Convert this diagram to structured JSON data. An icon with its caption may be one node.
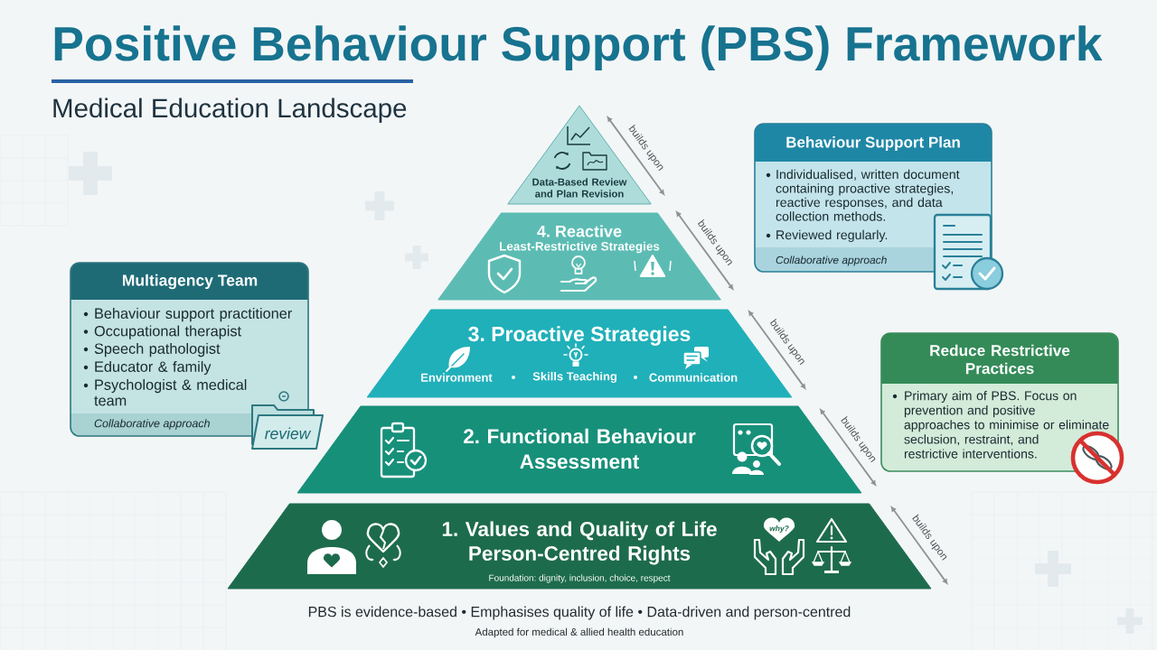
{
  "diagram": {
    "title": "Positive Behaviour Support (PBS) Framework",
    "nodes": [
      {
        "text": [
          "Data-Based Review and Plan Revision"
        ],
        "beside": [
          "builds upon"
        ]
      },
      {
        "text": [
          "Behaviour Support Plan",
          "Individualised, written document containing proactive strategies, reactive responses, and data collection methods.",
          "Reviewed regularly.",
          "Collaborative approach"
        ]
      },
      {
        "text": [
          "4. Reactive",
          "Least-Restrictive Strategies"
        ],
        "beside": [
          "builds upon"
        ]
      },
      {
        "text": [
          "Multiagency Team",
          "Behaviour support practitioner",
          "Occupational therapist",
          "Speech pathologist",
          "Educator & family",
          "Psychologist & medical team",
          "Collaborative approach"
        ]
      },
      {
        "text": [
          "3. Proactive Strategies",
          "Environment",
          "Skills Teaching",
          "Communication"
        ],
        "beside": [
          "builds upon"
        ]
      },
      {
        "text": [
          "Reduce Restrictive Practices",
          "Primary aim of PBS. Focus on prevention and positive approaches to minimise or eliminate seclusion, restraint, and restrictive interventions."
        ]
      },
      {
        "text": [
          "2. Functional Behaviour Assessment"
        ],
        "beside": [
          "builds upon"
        ]
      },
      {
        "text": [
          "1. Values and Quality of Life Person-Centred Rights",
          "Foundation: dignity, inclusion, choice, respect"
        ],
        "beside": [
          "builds upon"
        ]
      }
    ],
    "labels": [
      "Medical Education Landscape",
      "review",
      "why?",
      "PBS is evidence-based • Emphasises quality of life • Data-driven and person-centred",
      "Adapted for medical & allied health education"
    ]
  }
}
